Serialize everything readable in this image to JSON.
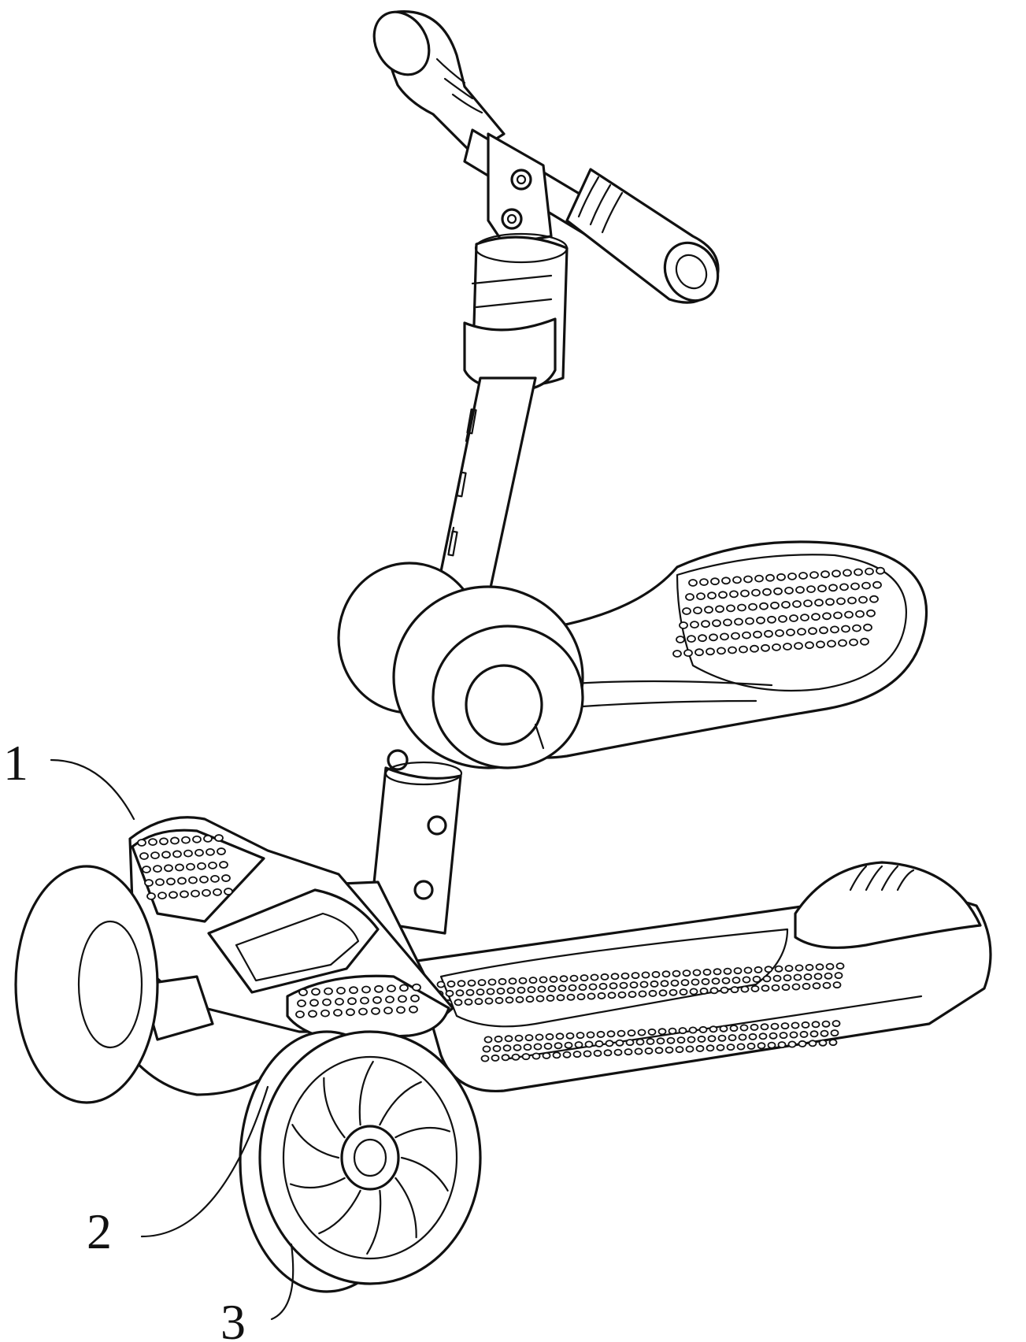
{
  "figure": {
    "labels": [
      {
        "id": "1",
        "text": "1"
      },
      {
        "id": "2",
        "text": "2"
      },
      {
        "id": "3",
        "text": "3"
      }
    ],
    "colors": {
      "line": "#111111",
      "background": "#ffffff"
    }
  }
}
